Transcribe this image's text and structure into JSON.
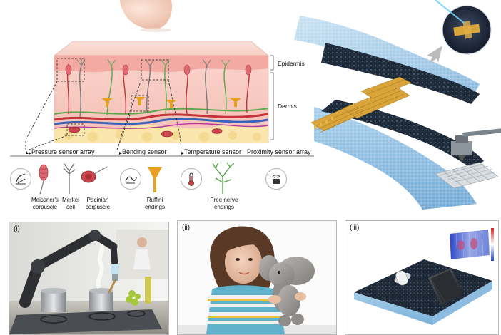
{
  "layers": {
    "epidermis": "Epidermis",
    "dermis": "Dermis"
  },
  "categories": {
    "pressure": "Pressure sensor array",
    "bending": "Bending sensor",
    "temperature": "Temperature sensor",
    "proximity": "Proximity sensor array"
  },
  "receptors": {
    "meissner": "Meissner's corpuscle",
    "merkel": "Merkel cell",
    "pacinian": "Pacinian corpuscle",
    "ruffini": "Ruffini endings",
    "free_nerve": "Free nerve endings"
  },
  "panels": {
    "p1": "(i)",
    "p2": "(ii)",
    "p3": "(iii)"
  },
  "colors": {
    "skin": "#f6c9c0",
    "epidermis": "#f3b3ad",
    "fat": "#f7e4a6",
    "nerve_red": "#c4323a",
    "nerve_blue": "#3a62b8",
    "nerve_green": "#5aa84b",
    "ruffini": "#e8a020",
    "foam": "#9cc8e8",
    "gold": "#d9a53a"
  },
  "icons": [
    "finger-icon",
    "pressure-hand-icon",
    "bending-icon",
    "thermometer-icon",
    "proximity-icon"
  ]
}
